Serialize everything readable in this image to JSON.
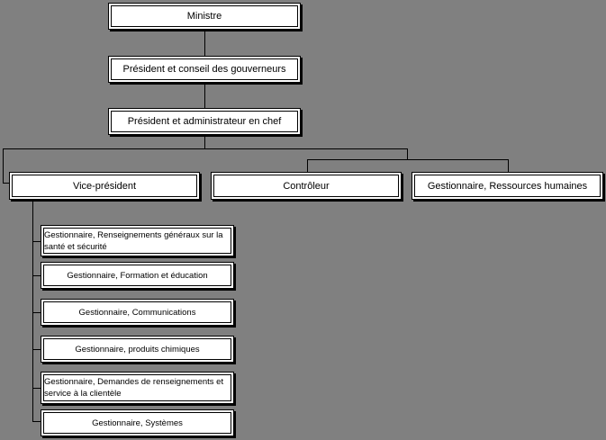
{
  "colors": {
    "background": "#808080",
    "box_fill": "#ffffff",
    "line": "#000000"
  },
  "org_chart": {
    "minister": "Ministre",
    "board": "Président et conseil des gouverneurs",
    "ceo": "Président et administrateur en chef",
    "level2": [
      {
        "label": "Vice-président"
      },
      {
        "label": "Contrôleur"
      },
      {
        "label": "Gestionnaire, Ressources humaines"
      }
    ],
    "vp_reports": [
      {
        "label": "Gestionnaire, Renseignements généraux sur la santé et sécurité"
      },
      {
        "label": "Gestionnaire, Formation et éducation"
      },
      {
        "label": "Gestionnaire, Communications"
      },
      {
        "label": "Gestionnaire, produits chimiques"
      },
      {
        "label": "Gestionnaire, Demandes de renseignements et service à la clientèle"
      },
      {
        "label": "Gestionnaire, Systèmes"
      }
    ]
  }
}
